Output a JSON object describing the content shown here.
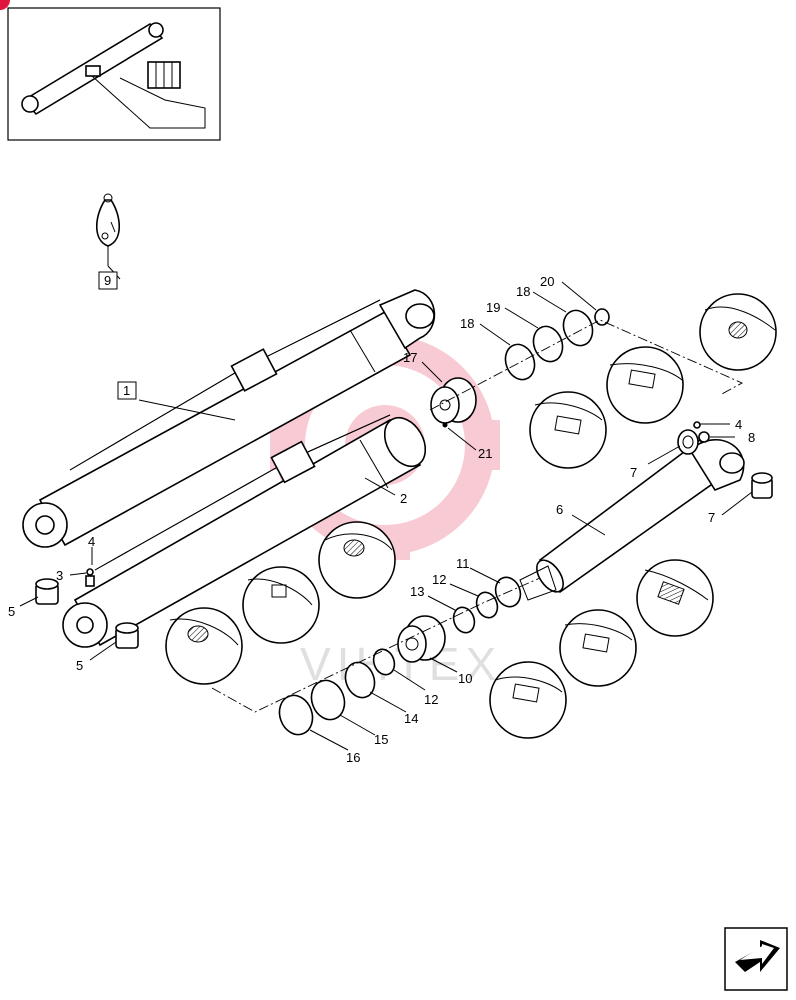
{
  "callouts": [
    {
      "id": "c1",
      "text": "1",
      "boxed": true
    },
    {
      "id": "c2",
      "text": "2",
      "boxed": false
    },
    {
      "id": "c3",
      "text": "3",
      "boxed": false
    },
    {
      "id": "c4a",
      "text": "4",
      "boxed": false
    },
    {
      "id": "c4b",
      "text": "4",
      "boxed": false
    },
    {
      "id": "c5a",
      "text": "5",
      "boxed": false
    },
    {
      "id": "c5b",
      "text": "5",
      "boxed": false
    },
    {
      "id": "c6",
      "text": "6",
      "boxed": false
    },
    {
      "id": "c7a",
      "text": "7",
      "boxed": false
    },
    {
      "id": "c7b",
      "text": "7",
      "boxed": false
    },
    {
      "id": "c8",
      "text": "8",
      "boxed": false
    },
    {
      "id": "c9",
      "text": "9",
      "boxed": true
    },
    {
      "id": "c10",
      "text": "10",
      "boxed": false
    },
    {
      "id": "c11",
      "text": "11",
      "boxed": false
    },
    {
      "id": "c12a",
      "text": "12",
      "boxed": false
    },
    {
      "id": "c12b",
      "text": "12",
      "boxed": false
    },
    {
      "id": "c13",
      "text": "13",
      "boxed": false
    },
    {
      "id": "c14",
      "text": "14",
      "boxed": false
    },
    {
      "id": "c15",
      "text": "15",
      "boxed": false
    },
    {
      "id": "c16",
      "text": "16",
      "boxed": false
    },
    {
      "id": "c17",
      "text": "17",
      "boxed": false
    },
    {
      "id": "c18a",
      "text": "18",
      "boxed": false
    },
    {
      "id": "c18b",
      "text": "18",
      "boxed": false
    },
    {
      "id": "c19",
      "text": "19",
      "boxed": false
    },
    {
      "id": "c20",
      "text": "20",
      "boxed": false
    },
    {
      "id": "c21",
      "text": "21",
      "boxed": false
    }
  ],
  "watermark": "VIHTEX",
  "nav": {
    "icon": "next-page-arrow-icon"
  }
}
